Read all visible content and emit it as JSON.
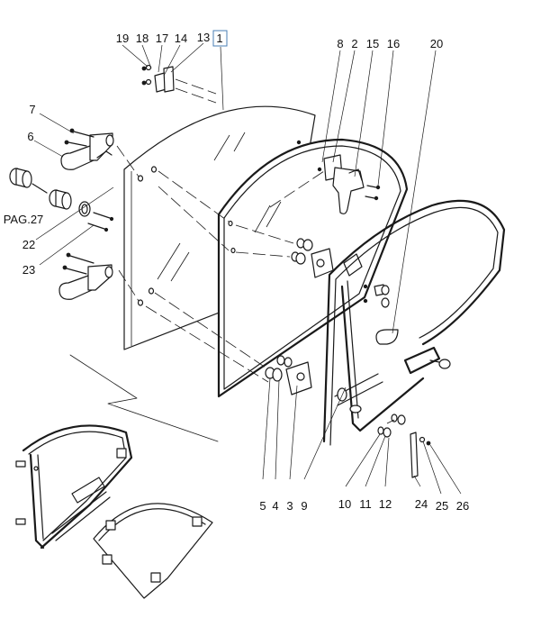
{
  "diagram": {
    "callouts": {
      "c1": "1",
      "c2": "2",
      "c3": "3",
      "c4": "4",
      "c5": "5",
      "c6": "6",
      "c7": "7",
      "c8": "8",
      "c9": "9",
      "c10": "10",
      "c11": "11",
      "c12": "12",
      "c13": "13",
      "c14": "14",
      "c15": "15",
      "c16": "16",
      "c17": "17",
      "c18": "18",
      "c19": "19",
      "c20": "20",
      "c22": "22",
      "c23": "23",
      "c24": "24",
      "c25": "25",
      "c26": "26",
      "pag": "PAG.27"
    },
    "highlighted_callout": "1",
    "colors": {
      "line": "#1a1a1a",
      "highlight": "#4a7fb5",
      "background": "#ffffff"
    }
  }
}
